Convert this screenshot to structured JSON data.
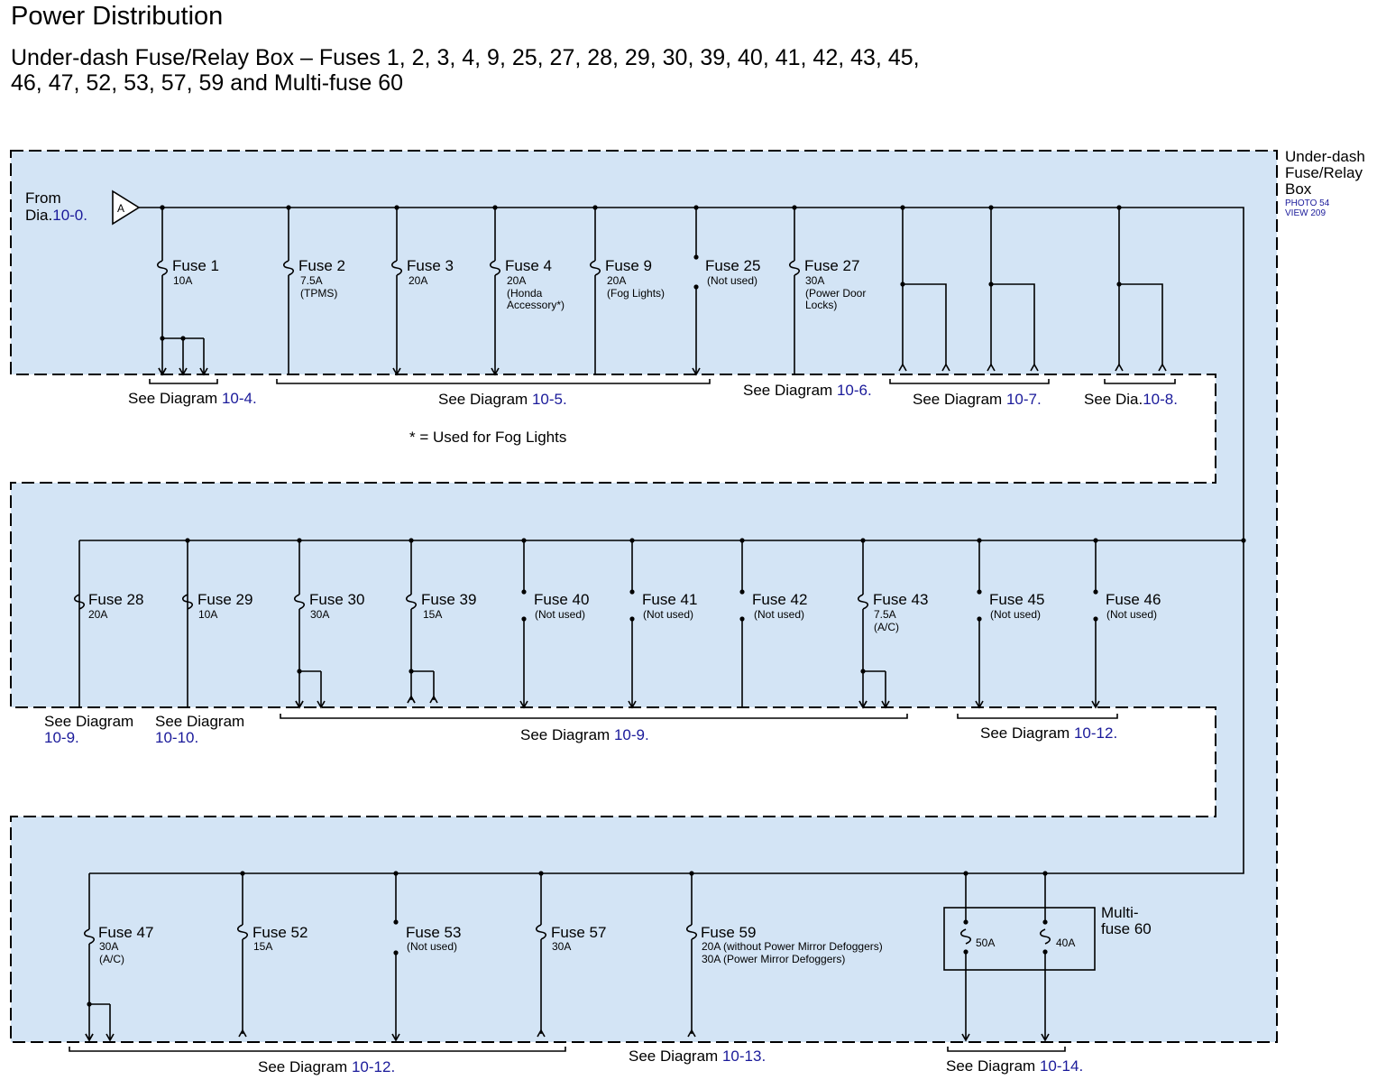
{
  "title": "Power Distribution",
  "subtitle_line1": "Under-dash Fuse/Relay Box – Fuses 1, 2, 3, 4, 9, 25, 27, 28, 29, 30, 39, 40, 41, 42, 43, 45,",
  "subtitle_line2": "46, 47, 52, 53, 57, 59 and Multi-fuse 60",
  "colors": {
    "box_fill": "#d3e4f5",
    "link": "#1a1a9a",
    "line": "#000000"
  },
  "source": {
    "from": "From",
    "dia": "Dia.",
    "ref": "10-0",
    "period": ".",
    "connector": "A"
  },
  "box_label": {
    "line1": "Under-dash",
    "line2": "Fuse/Relay",
    "line3": "Box",
    "photo": "PHOTO 54",
    "view": "VIEW 209"
  },
  "note": "* = Used for Fog Lights",
  "fuses": {
    "f1": {
      "name": "Fuse 1",
      "d1": "10A"
    },
    "f2": {
      "name": "Fuse 2",
      "d1": "7.5A",
      "d2": "(TPMS)"
    },
    "f3": {
      "name": "Fuse 3",
      "d1": "20A"
    },
    "f4": {
      "name": "Fuse 4",
      "d1": "20A",
      "d2": "(Honda",
      "d3": "Accessory*)"
    },
    "f9": {
      "name": "Fuse 9",
      "d1": "20A",
      "d2": "(Fog Lights)"
    },
    "f25": {
      "name": "Fuse 25",
      "d1": "(Not used)"
    },
    "f27": {
      "name": "Fuse 27",
      "d1": "30A",
      "d2": "(Power Door",
      "d3": "Locks)"
    },
    "f28": {
      "name": "Fuse 28",
      "d1": "20A"
    },
    "f29": {
      "name": "Fuse 29",
      "d1": "10A"
    },
    "f30": {
      "name": "Fuse 30",
      "d1": "30A"
    },
    "f39": {
      "name": "Fuse 39",
      "d1": "15A"
    },
    "f40": {
      "name": "Fuse 40",
      "d1": "(Not used)"
    },
    "f41": {
      "name": "Fuse 41",
      "d1": "(Not used)"
    },
    "f42": {
      "name": "Fuse 42",
      "d1": "(Not used)"
    },
    "f43": {
      "name": "Fuse 43",
      "d1": "7.5A",
      "d2": "(A/C)"
    },
    "f45": {
      "name": "Fuse 45",
      "d1": "(Not used)"
    },
    "f46": {
      "name": "Fuse 46",
      "d1": "(Not used)"
    },
    "f47": {
      "name": "Fuse 47",
      "d1": "30A",
      "d2": "(A/C)"
    },
    "f52": {
      "name": "Fuse 52",
      "d1": "15A"
    },
    "f53": {
      "name": "Fuse 53",
      "d1": "(Not used)"
    },
    "f57": {
      "name": "Fuse 57",
      "d1": "30A"
    },
    "f59": {
      "name": "Fuse 59",
      "d1": "20A (without Power Mirror Defoggers)",
      "d2": "30A (Power Mirror Defoggers)"
    }
  },
  "multifuse": {
    "line1": "Multi-",
    "line2": "fuse 60",
    "a": "50A",
    "b": "40A"
  },
  "refs": {
    "see_diagram": "See Diagram",
    "see_dia": "See Dia.",
    "period": ".",
    "r10_4": "10-4",
    "r10_5": "10-5",
    "r10_6": "10-6",
    "r10_7": "10-7",
    "r10_8": "10-8",
    "r10_9": "10-9",
    "r10_10": "10-10",
    "r10_12": "10-12",
    "r10_13": "10-13",
    "r10_14": "10-14"
  }
}
